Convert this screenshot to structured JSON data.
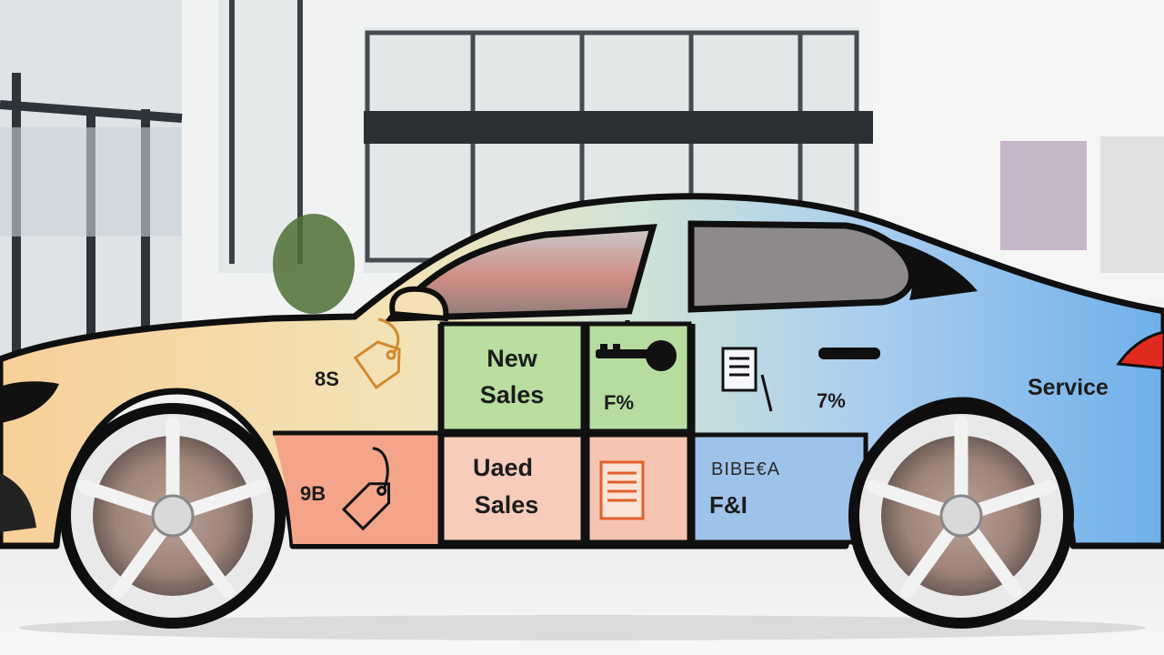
{
  "segments": {
    "new_sales": {
      "label_line1": "New",
      "label_line2": "Sales",
      "color": "#b9dea0"
    },
    "used_sales": {
      "label_line1": "Uaed",
      "label_line2": "Sales",
      "color": "#f6c2ae"
    },
    "fni": {
      "label": "F&I",
      "faint_text": "BIBE€A",
      "color": "#9cc2ea"
    },
    "service": {
      "label": "Service",
      "color": "#86bde8"
    }
  },
  "metrics": {
    "new_sales_left": "8S",
    "used_sales_left": "9B",
    "parts_percent": "F%",
    "service_percent": "7%"
  },
  "icons": [
    "price-tag-icon",
    "key-icon",
    "document-icon",
    "price-tag-icon"
  ],
  "colors": {
    "car_front": "#f7d6a3",
    "car_rear": "#72b2ea",
    "outline": "#0f0f0f",
    "tail_light": "#e02a20"
  }
}
